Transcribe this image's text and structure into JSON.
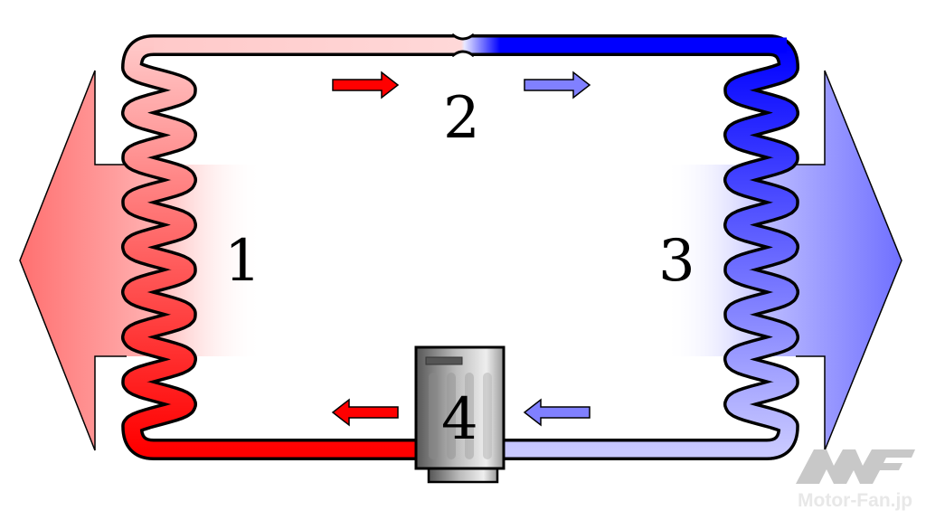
{
  "diagram": {
    "title": "Refrigeration cycle",
    "labels": {
      "condenser": "1",
      "expansion_valve": "2",
      "evaporator": "3",
      "compressor": "4"
    },
    "colors": {
      "hot": "#ff0000",
      "hot_light": "#ffc8c8",
      "cold": "#0000ff",
      "cold_light": "#c8c8ff",
      "outline": "#000000"
    }
  },
  "watermark": {
    "logo": "MF",
    "text": "Motor-Fan.jp"
  }
}
